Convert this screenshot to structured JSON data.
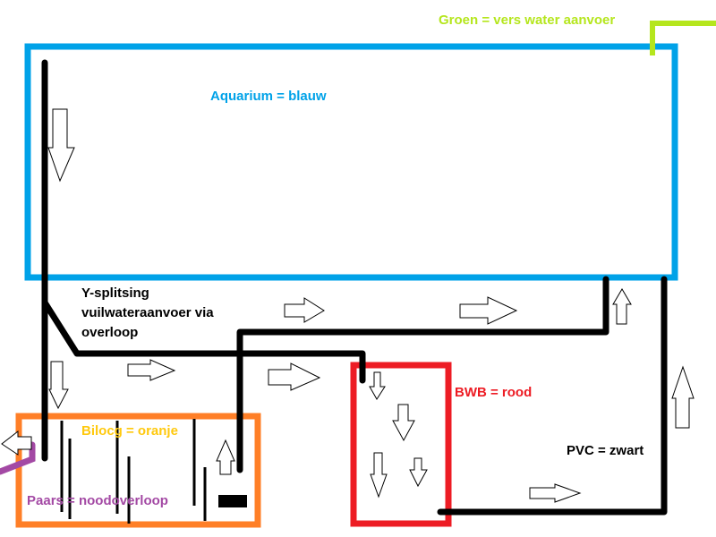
{
  "labels": {
    "green": "Groen = vers water aanvoer",
    "aquarium": "Aquarium = blauw",
    "ysplit": [
      "Y-splitsing",
      "vuilwateraanvoer via",
      "overloop"
    ],
    "bilog": "Bilocg = oranje",
    "purple": "Paars = noodoverloop",
    "bwb": "BWB = rood",
    "pvc": "PVC = zwart"
  },
  "colors": {
    "aquarium": "#00a2e8",
    "green": "#b5e61d",
    "bilog": "#ff7f27",
    "bilog_text": "#ffc90e",
    "bwb": "#ed1c24",
    "purple": "#a349a4",
    "pipe": "#000000"
  }
}
